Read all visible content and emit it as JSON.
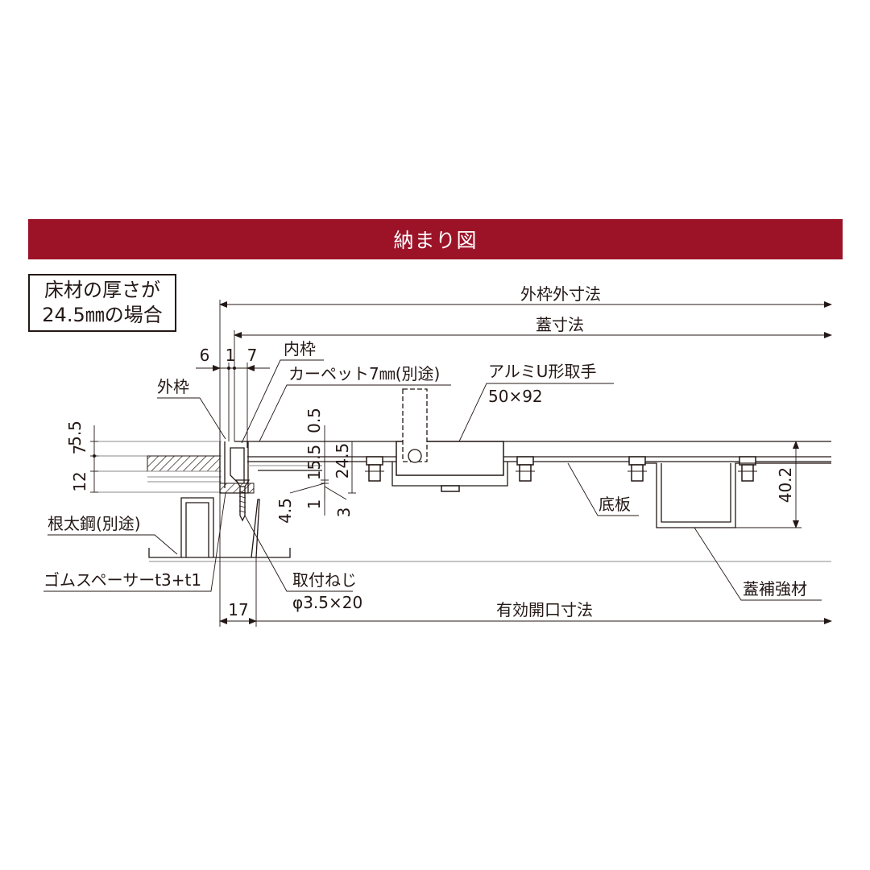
{
  "header": {
    "title": "納まり図"
  },
  "note": {
    "line1": "床材の厚さが",
    "line2": "24.5㎜の場合"
  },
  "labels": {
    "outer_frame_outer_dim": "外枠外寸法",
    "lid_dim": "蓋寸法",
    "inner_frame": "内枠",
    "carpet": "カーペット7㎜(別途)",
    "outer_frame": "外枠",
    "handle": "アルミU形取手",
    "handle_size": "50×92",
    "bottom_plate": "底板",
    "joist": "根太鋼(別途)",
    "rubber_spacer": "ゴムスペーサーt3+t1",
    "screw": "取付ねじ",
    "screw_size": "φ3.5×20",
    "lid_reinforcement": "蓋補強材",
    "effective_opening": "有効開口寸法"
  },
  "dimensions": {
    "d6": "6",
    "d1": "1",
    "d7": "7",
    "d5_5": "5.5",
    "d7_left": "7",
    "d12": "12",
    "d0_5": "0.5",
    "d15_5": "15.5",
    "d24_5": "24.5",
    "d4_5": "4.5",
    "d1_bottom": "1",
    "d3": "3",
    "d40_2": "40.2",
    "d17": "17"
  }
}
